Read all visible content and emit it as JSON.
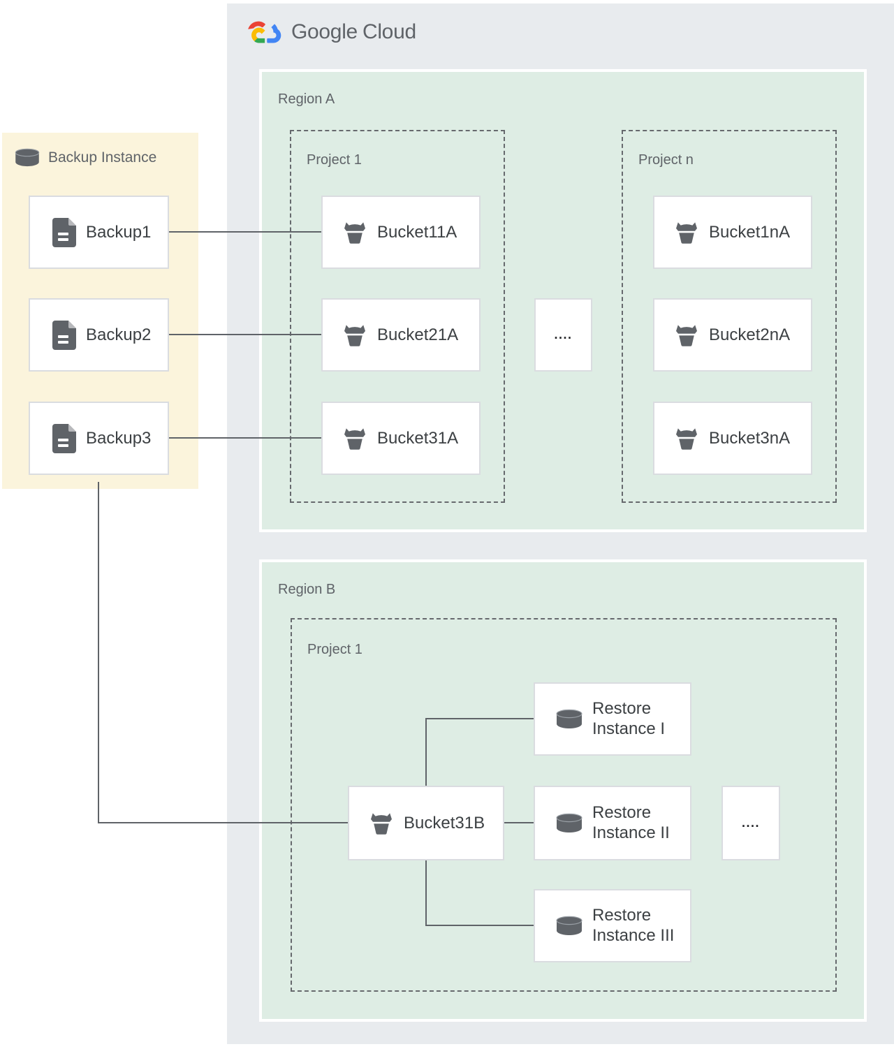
{
  "brand": {
    "name_primary": "Google",
    "name_secondary": "Cloud"
  },
  "backup_panel": {
    "title": "Backup Instance",
    "backups": [
      "Backup1",
      "Backup2",
      "Backup3"
    ]
  },
  "region_a": {
    "title": "Region A",
    "project_1": {
      "title": "Project 1",
      "buckets": [
        "Bucket11A",
        "Bucket21A",
        "Bucket31A"
      ]
    },
    "project_n": {
      "title": "Project n",
      "buckets": [
        "Bucket1nA",
        "Bucket2nA",
        "Bucket3nA"
      ]
    },
    "ellipsis": "...."
  },
  "region_b": {
    "title": "Region B",
    "project_1": {
      "title": "Project 1",
      "bucket": "Bucket31B",
      "restore_instances": [
        {
          "line1": "Restore",
          "line2": "Instance I"
        },
        {
          "line1": "Restore",
          "line2": "Instance II"
        },
        {
          "line1": "Restore",
          "line2": "Instance III"
        }
      ],
      "ellipsis": "...."
    }
  },
  "colors": {
    "frame": "#E8EBEE",
    "region_fill": "#DEEDE4",
    "backup_panel_fill": "#FBF4DC",
    "node_border": "#DADCE0",
    "dashed_border": "#66696D",
    "connector": "#5F6368",
    "icon": "#5F6368",
    "label": "#3C4043",
    "muted_label": "#5F6368",
    "logo_red": "#EA4335",
    "logo_blue": "#4285F4",
    "logo_green": "#34A853",
    "logo_yellow": "#FBBC04"
  }
}
